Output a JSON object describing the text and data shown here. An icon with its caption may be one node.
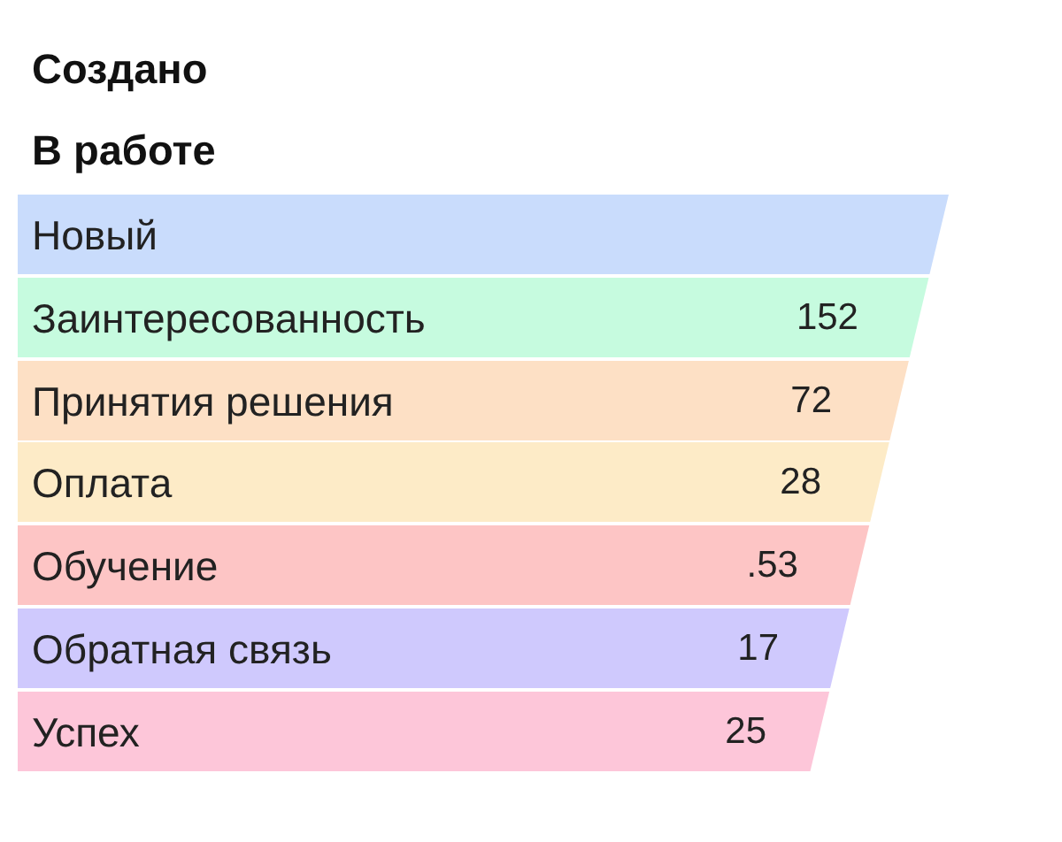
{
  "diagram": {
    "nodes": [
      {
        "text": [
          "Новый"
        ]
      },
      {
        "text": [
          "Заинтересованность",
          "152"
        ]
      },
      {
        "text": [
          "Принятия решения",
          "72"
        ]
      },
      {
        "text": [
          "Оплата",
          "28"
        ]
      },
      {
        "text": [
          "Обучение",
          ".53"
        ]
      },
      {
        "text": [
          "Обратная связь",
          "17"
        ]
      },
      {
        "text": [
          "Успех",
          "25"
        ]
      }
    ],
    "labels": [
      "Создано",
      "В работе"
    ]
  }
}
